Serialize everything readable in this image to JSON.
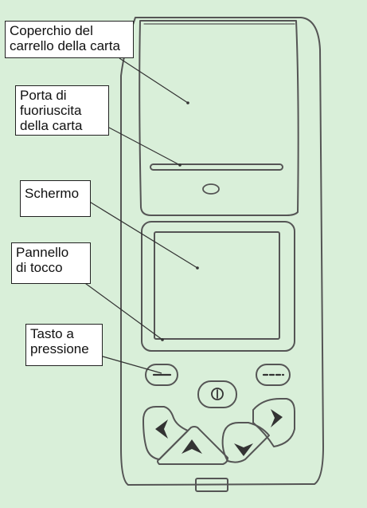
{
  "colors": {
    "background": "#d9efd9",
    "outline": "#555555",
    "label_border": "#222222"
  },
  "labels": {
    "paper_cover": "Coperchio del\ncarrello della carta",
    "paper_exit": "Porta di\nfuoriuscita\ndella carta",
    "screen": "Schermo",
    "touch_panel": "Pannello\ndi tocco",
    "push_key": "Tasto a\npressione"
  },
  "icons": [
    "power-icon",
    "arrow-left-icon",
    "arrow-up-icon",
    "arrow-down-icon",
    "arrow-right-icon",
    "dash-icon",
    "dashed-line-icon"
  ]
}
